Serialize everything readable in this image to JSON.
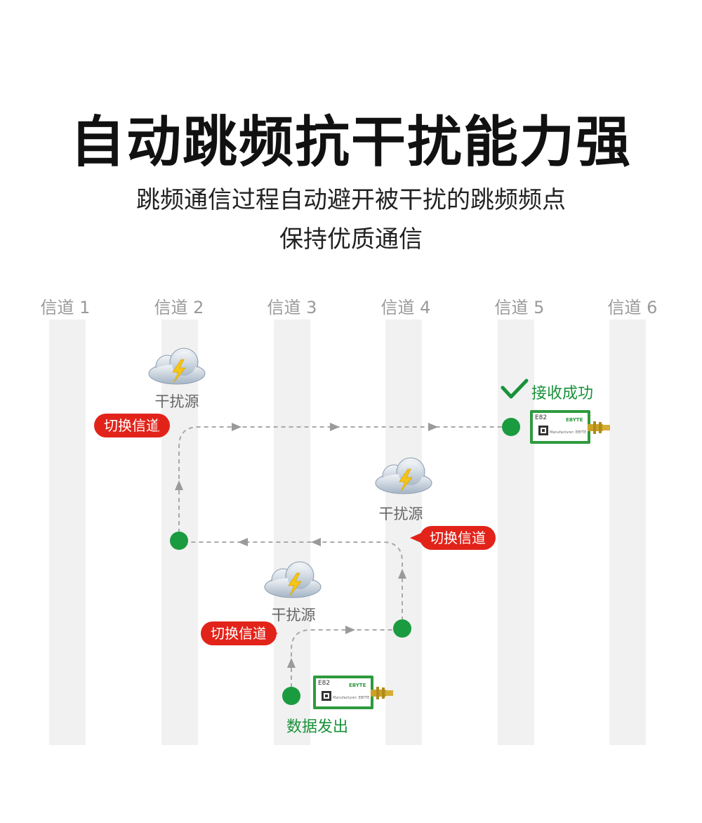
{
  "title": "自动跳频抗干扰能力强",
  "subtitle_line1": "跳频通信过程自动避开被干扰的跳频频点",
  "subtitle_line2": "保持优质通信",
  "channels": [
    "信道 1",
    "信道 2",
    "信道 3",
    "信道 4",
    "信道 5",
    "信道 6"
  ],
  "interference_label": "干扰源",
  "switch_label": "切换信道",
  "send_label": "数据发出",
  "receive_label": "接收成功",
  "module": {
    "model": "E82",
    "brand": "EBYTE",
    "text1": "Manufacturer: EBYTE"
  },
  "colors": {
    "accent_red": "#e2231a",
    "node_green": "#1a9b3f",
    "text_green": "#19923a",
    "lane_gray": "#f1f1f1"
  }
}
